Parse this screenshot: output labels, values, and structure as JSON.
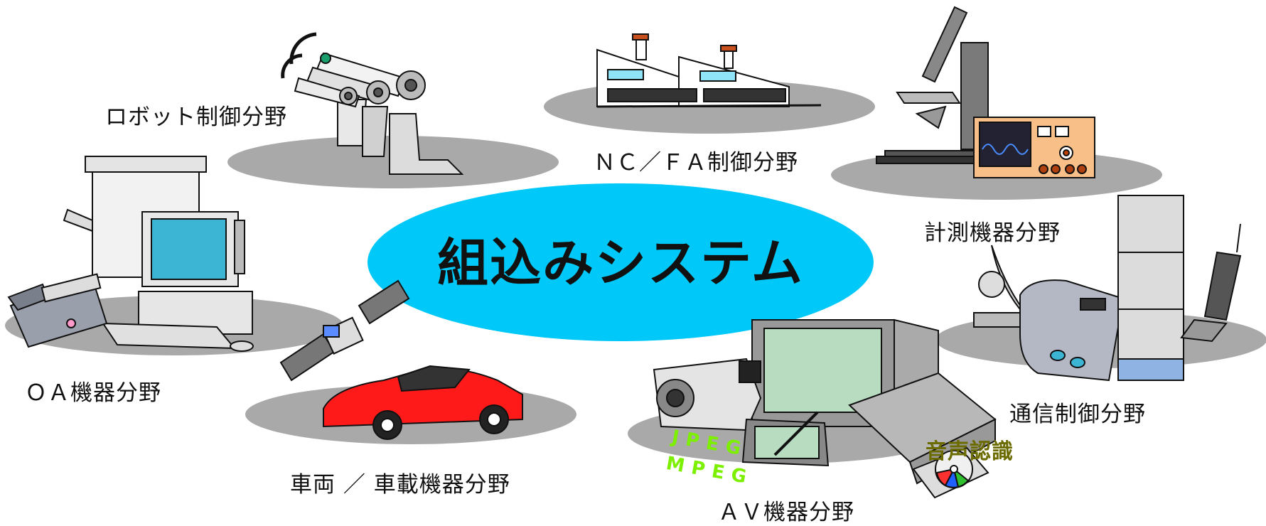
{
  "center": {
    "title": "組込みシステム",
    "color": "#00c8f8"
  },
  "domains": [
    {
      "id": "robot",
      "label": "ロボット制御分野"
    },
    {
      "id": "ncfa",
      "label": "ＮＣ／ＦＡ制御分野"
    },
    {
      "id": "measure",
      "label": "計測機器分野"
    },
    {
      "id": "oa",
      "label": "ＯＡ機器分野"
    },
    {
      "id": "comm",
      "label": "通信制御分野"
    },
    {
      "id": "vehicle",
      "label": "車両 ／ 車載機器分野"
    },
    {
      "id": "av",
      "label": "ＡＶ機器分野"
    }
  ],
  "av_tags": {
    "jpeg": "JPEG",
    "mpeg": "MPEG",
    "voice": "音声認識"
  },
  "colors": {
    "shadow": "#a9a9a9",
    "car": "#ff1a1a",
    "screen": "#3cb4d4",
    "tag": "#7cf000",
    "voice": "#6b6b00"
  }
}
